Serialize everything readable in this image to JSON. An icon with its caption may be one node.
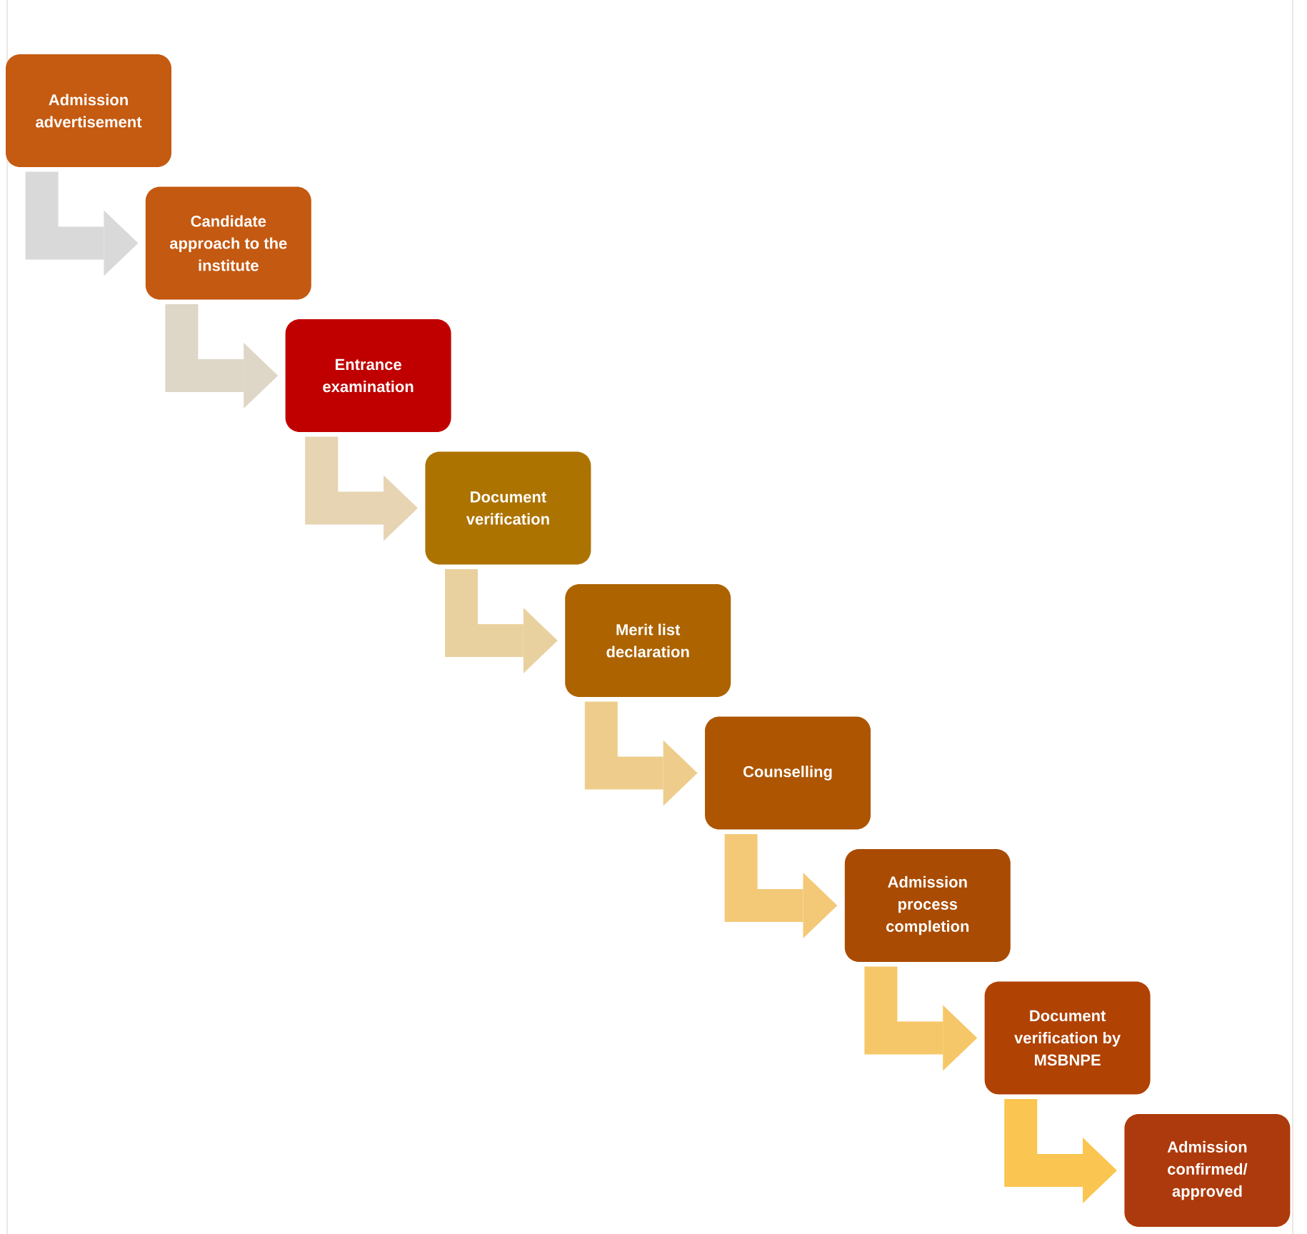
{
  "diagram": {
    "nodes": [
      {
        "text": [
          "Admission advertisement"
        ]
      },
      {
        "text": [
          "Candidate approach to the institute"
        ]
      },
      {
        "text": [
          "Entrance examination"
        ]
      },
      {
        "text": [
          "Document verification"
        ]
      },
      {
        "text": [
          "Merit list declaration"
        ]
      },
      {
        "text": [
          "Counselling"
        ]
      },
      {
        "text": [
          "Admission process completion"
        ]
      },
      {
        "text": [
          "Document verification by MSBNPE"
        ]
      },
      {
        "text": [
          "Admission confirmed/ approved"
        ]
      }
    ],
    "edges": [
      {
        "from": 0,
        "to": 1,
        "arrow": "to",
        "color": "#d9d9d9"
      },
      {
        "from": 1,
        "to": 2,
        "arrow": "to",
        "color": "#ded6c6"
      },
      {
        "from": 2,
        "to": 3,
        "arrow": "to",
        "color": "#e6d4b2"
      },
      {
        "from": 3,
        "to": 4,
        "arrow": "to",
        "color": "#e9d19f"
      },
      {
        "from": 4,
        "to": 5,
        "arrow": "to",
        "color": "#eecd8c"
      },
      {
        "from": 5,
        "to": 6,
        "arrow": "to",
        "color": "#f3c978"
      },
      {
        "from": 6,
        "to": 7,
        "arrow": "to",
        "color": "#f6c768"
      },
      {
        "from": 7,
        "to": 8,
        "arrow": "to",
        "color": "#fac550"
      }
    ]
  }
}
